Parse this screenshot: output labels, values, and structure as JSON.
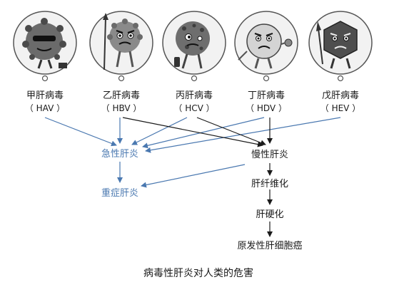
{
  "viruses": [
    {
      "name": "甲肝病毒",
      "code": "（ HAV ）",
      "icon": "hav-virus-icon"
    },
    {
      "name": "乙肝病毒",
      "code": "（ HBV ）",
      "icon": "hbv-virus-icon"
    },
    {
      "name": "丙肝病毒",
      "code": "（ HCV ）",
      "icon": "hcv-virus-icon"
    },
    {
      "name": "丁肝病毒",
      "code": "（ HDV ）",
      "icon": "hdv-virus-icon"
    },
    {
      "name": "戊肝病毒",
      "code": "（ HEV ）",
      "icon": "hev-virus-icon"
    }
  ],
  "outcomes": {
    "acute": "急性肝炎",
    "severe": "重症肝炎",
    "chronic": "慢性肝炎",
    "fibrosis": "肝纤维化",
    "cirrhosis": "肝硬化",
    "cancer": "原发性肝细胞癌"
  },
  "caption": "病毒性肝炎对人类的危害",
  "colors": {
    "blue": "#4a78b0",
    "black": "#1a1a1a",
    "bubble_fill": "#f2f2f2",
    "bubble_stroke": "#555555"
  }
}
